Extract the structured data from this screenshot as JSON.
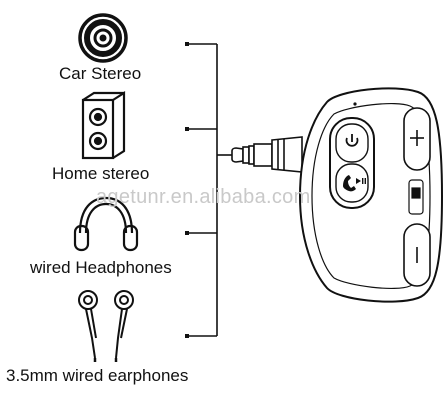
{
  "labels": {
    "car_stereo": "Car Stereo",
    "home_stereo": "Home stereo",
    "wired_headphones": "wired Headphones",
    "wired_earphones": "3.5mm wired earphones"
  },
  "watermark": "agetunr.en.alibaba.com",
  "colors": {
    "line": "#111111",
    "device_fill": "#ffffff",
    "watermark": "#c9c9c9"
  }
}
